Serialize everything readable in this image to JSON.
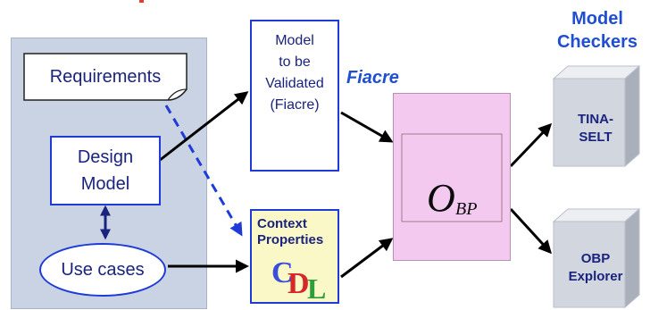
{
  "requirements": "Requirements",
  "design_model": [
    "Design",
    "Model"
  ],
  "use_cases": "Use cases",
  "model_to_validate": [
    "Model",
    "to be",
    "Validated",
    "(Fiacre)"
  ],
  "context_properties": [
    "Context",
    "Properties"
  ],
  "cdl_logo": "CDL",
  "fiacre": "Fiacre",
  "obp_logo": "OBP",
  "model_checkers": [
    "Model",
    "Checkers"
  ],
  "tina_selt": [
    "TINA-",
    "SELT"
  ],
  "obp_explorer": [
    "OBP",
    "Explorer"
  ],
  "colors": {
    "dark_text": "#1a237e",
    "accent_blue": "#1f4fd0",
    "box_border": "#1e3bd8",
    "panel_bg": "#c9d3e3",
    "context_bg": "#fbf8c7",
    "obp_bg": "#f3c9ef",
    "cube_gray": "#d2d6de"
  }
}
